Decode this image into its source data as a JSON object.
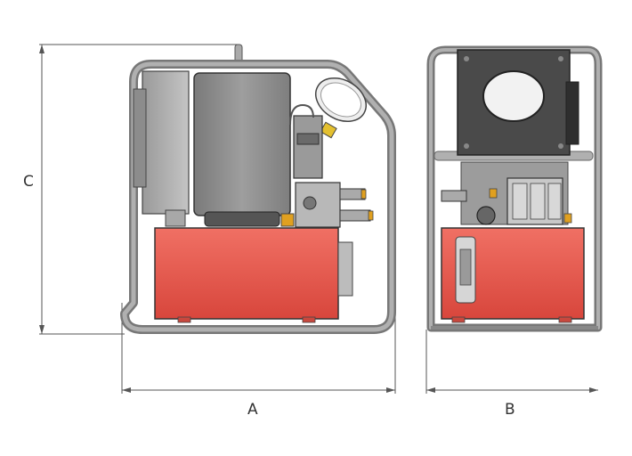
{
  "dimensions": {
    "width_label": "A",
    "depth_label": "B",
    "height_label": "C"
  },
  "colors": {
    "reservoir": "#e8584c",
    "frame": "#9a9a9a",
    "motor": "#8c8c8c",
    "dimension_line": "#555555",
    "fitting": "#e0a020"
  }
}
